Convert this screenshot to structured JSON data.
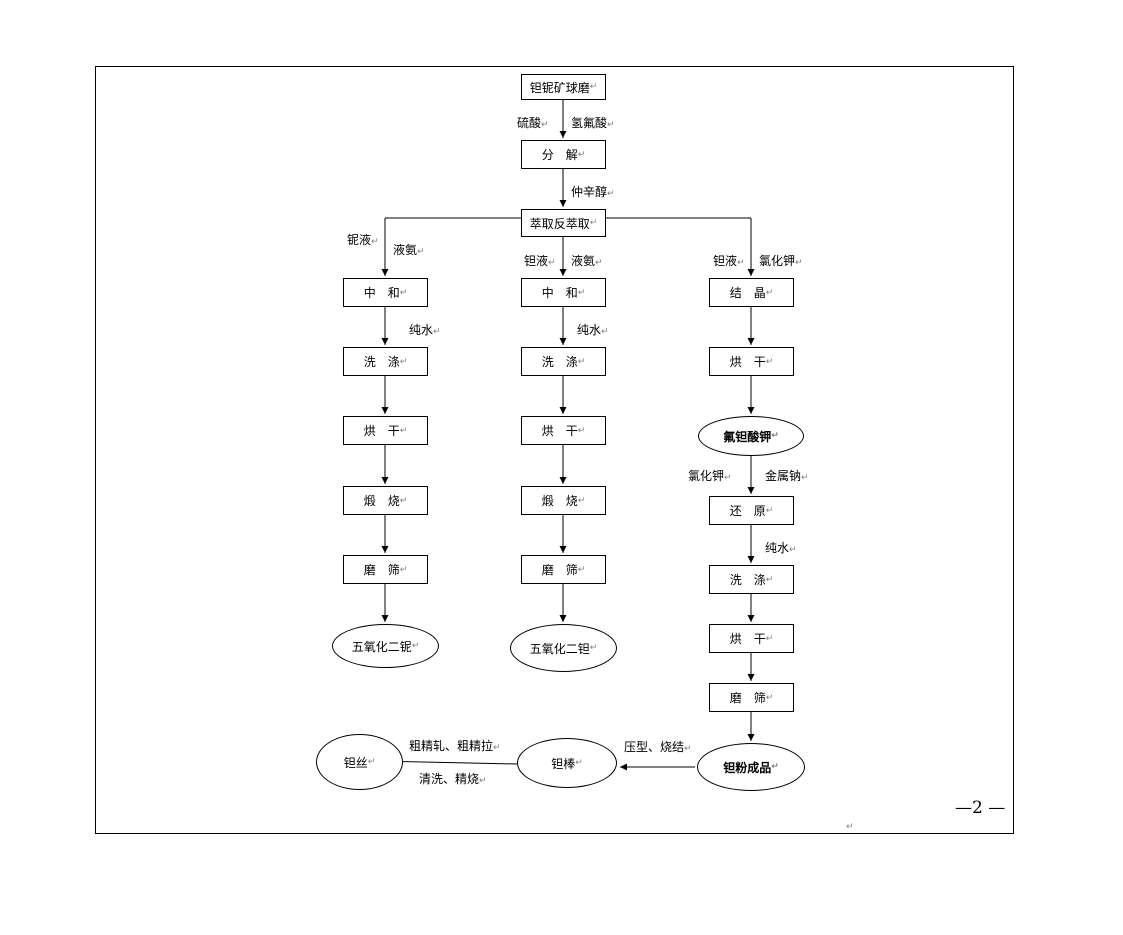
{
  "flowchart": {
    "nodes": {
      "ore": "钽铌矿球磨",
      "decompose": "分　解",
      "extract": "萃取反萃取",
      "nb_neutralize": "中　和",
      "nb_wash": "洗　涤",
      "nb_dry": "烘　干",
      "nb_calcine": "煅　烧",
      "nb_grind": "磨　筛",
      "nb_product": "五氧化二铌",
      "ta_neutralize": "中　和",
      "ta_wash": "洗　涤",
      "ta_dry": "烘　干",
      "ta_calcine": "煅　烧",
      "ta_grind": "磨　筛",
      "ta_product": "五氧化二钽",
      "k_crystallize": "结　晶",
      "k_dry": "烘　干",
      "k_fluorotantalate": "氟钽酸钾",
      "k_reduce": "还　原",
      "k_wash": "洗　涤",
      "k_dry2": "烘　干",
      "k_grind": "磨　筛",
      "ta_powder": "钽粉成品",
      "ta_rod": "钽棒",
      "ta_wire": "钽丝"
    },
    "labels": {
      "sulfuric": "硫酸",
      "hf": "氢氟酸",
      "octanol": "仲辛醇",
      "nb_liquor": "铌液",
      "ammonia_nb": "液氨",
      "ta_liquor": "钽液",
      "ammonia_ta": "液氨",
      "ta_liquor_k": "钽液",
      "kcl": "氯化钾",
      "pure_water_nb": "纯水",
      "pure_water_ta": "纯水",
      "kcl_2": "氯化钾",
      "sodium": "金属钠",
      "pure_water_k": "纯水",
      "press_sinter": "压型、烧结",
      "rolling": "粗精轧、粗精拉",
      "clean_anneal": "清洗、精烧"
    }
  },
  "page_number": "—2 —",
  "paragraph_mark": "↵"
}
